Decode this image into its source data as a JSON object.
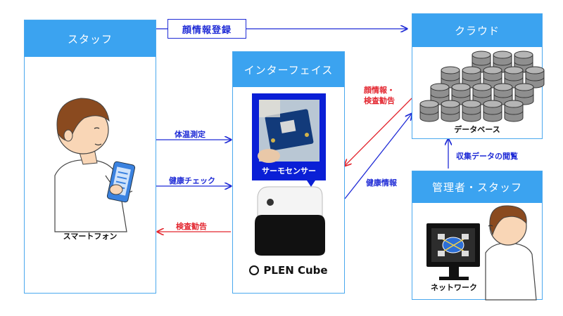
{
  "panels": {
    "staff": {
      "title": "スタッフ",
      "device_label": "スマートフォン"
    },
    "interface": {
      "title": "インターフェイス",
      "sensor_label": "サーモセンサー",
      "brand_text": "PLEN Cube"
    },
    "cloud": {
      "title": "クラウド",
      "db_label": "データベース"
    },
    "admin": {
      "title": "管理者・スタッフ",
      "network_label": "ネットワーク"
    }
  },
  "flows": {
    "face_registration": "顔情報登録",
    "temperature": "体温測定",
    "health_check": "健康チェック",
    "exam_advice_to_staff": "検査勧告",
    "face_info_exam_advice": "顔情報・\n検査勧告",
    "health_info": "健康情報",
    "data_view": "収集データの閲覧"
  },
  "colors": {
    "panel_header": "#3ba3f0",
    "panel_border": "#4aa8ee",
    "flow_blue": "#1f2bd6",
    "flow_red": "#e3262f"
  }
}
